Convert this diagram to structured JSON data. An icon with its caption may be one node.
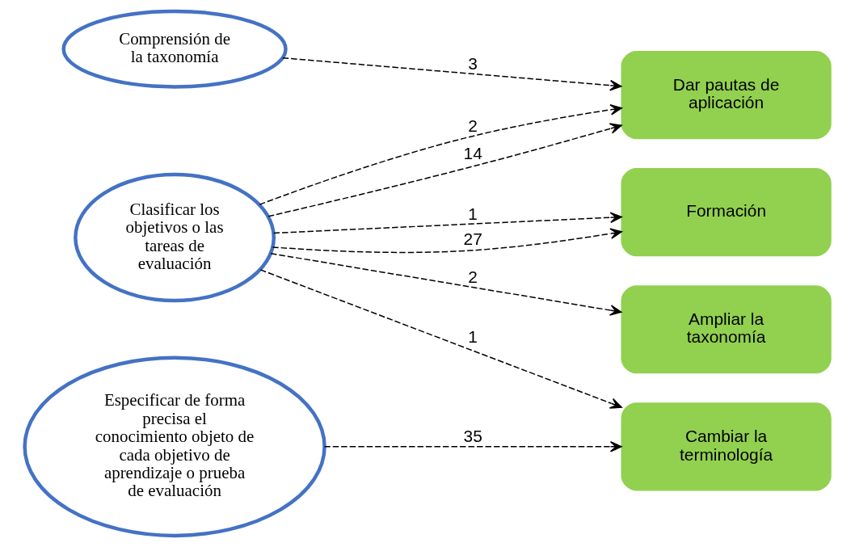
{
  "diagram": {
    "nodes": [
      {
        "text": [
          "Comprensión de la taxonomía"
        ]
      },
      {
        "text": [
          "Clasificar los objetivos o las tareas de evaluación"
        ]
      },
      {
        "text": [
          "Especificar de forma precisa el conocimiento objeto de cada objetivo de aprendizaje o prueba de evaluación"
        ]
      },
      {
        "text": [
          "Dar pautas de aplicación"
        ]
      },
      {
        "text": [
          "Formación"
        ]
      },
      {
        "text": [
          "Ampliar la taxonomía"
        ]
      },
      {
        "text": [
          "Cambiar la terminología"
        ]
      }
    ],
    "edges": [
      {
        "from": 0,
        "to": 3,
        "arrow": "to",
        "label": "3",
        "style": "dashed"
      },
      {
        "from": 1,
        "to": 3,
        "arrow": "to",
        "label": "2",
        "style": "dashed"
      },
      {
        "from": 1,
        "to": 3,
        "arrow": "to",
        "label": "14",
        "style": "dashed"
      },
      {
        "from": 1,
        "to": 4,
        "arrow": "to",
        "label": "1",
        "style": "dashed"
      },
      {
        "from": 1,
        "to": 4,
        "arrow": "to",
        "label": "27",
        "style": "dashed"
      },
      {
        "from": 1,
        "to": 5,
        "arrow": "to",
        "label": "2",
        "style": "dashed"
      },
      {
        "from": 1,
        "to": 6,
        "arrow": "to",
        "label": "1",
        "style": "dashed"
      },
      {
        "from": 2,
        "to": 6,
        "arrow": "to",
        "label": "35",
        "style": "dashed"
      }
    ]
  }
}
